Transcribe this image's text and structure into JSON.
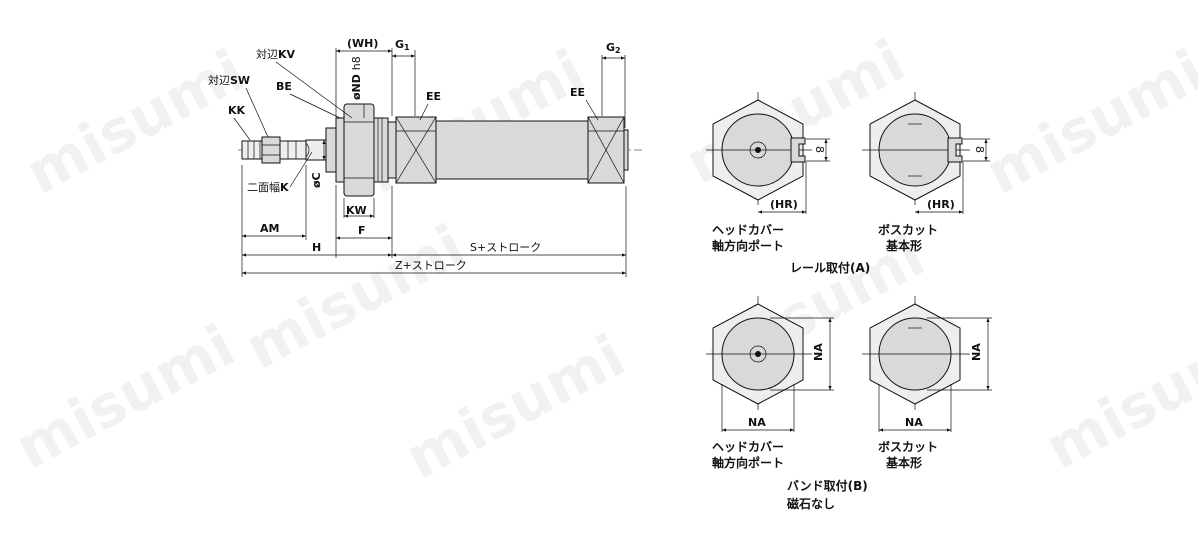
{
  "watermark": "misumi",
  "side_view": {
    "dims": {
      "wh": "(WH)",
      "g1_letter": "G",
      "g1_sub": "1",
      "g2_letter": "G",
      "g2_sub": "2",
      "sw_prefix": "対辺",
      "sw": "SW",
      "kv_prefix": "対辺",
      "kv": "KV",
      "be": "BE",
      "nd": "øND",
      "nd_tol": "h8",
      "kk": "KK",
      "ee_left": "EE",
      "ee_right": "EE",
      "k_prefix": "二面幅",
      "k": "K",
      "c": "øC",
      "kw": "KW",
      "am": "AM",
      "f": "F",
      "h": "H",
      "s_stroke": "S+ストローク",
      "z_stroke": "Z+ストローク"
    }
  },
  "rail_views": {
    "caption": "レール取付(A)",
    "left": {
      "name_line1": "ヘッドカバー",
      "name_line2": "軸方向ポート",
      "hr": "(HR)",
      "eight": "8"
    },
    "right": {
      "name_line1": "ボスカット",
      "name_line2": "基本形",
      "hr": "(HR)",
      "eight": "8"
    }
  },
  "band_views": {
    "caption_line1": "バンド取付(B)",
    "caption_line2": "磁石なし",
    "left": {
      "name_line1": "ヘッドカバー",
      "name_line2": "軸方向ポート",
      "na_side": "NA",
      "na_bottom": "NA"
    },
    "right": {
      "name_line1": "ボスカット",
      "name_line2": "基本形",
      "na_side": "NA",
      "na_bottom": "NA"
    }
  }
}
